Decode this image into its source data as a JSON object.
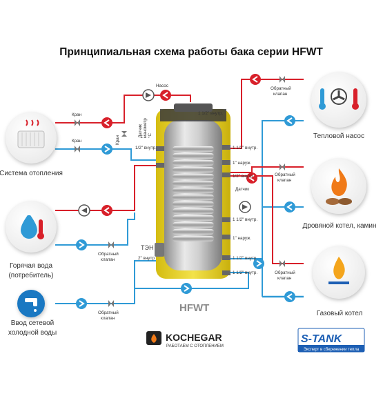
{
  "title": "Принципиальная схема работы бака серии HFWT",
  "tank_model": "HFWT",
  "consumers": {
    "heating": "Система отопления",
    "hot_water": "Горячая вода\n(потребитель)",
    "cold_water": "Ввод сетевой\nхолодной воды"
  },
  "sources": {
    "heat_pump": "Тепловой насос",
    "wood_boiler": "Дровяной котел, камин",
    "gas_boiler": "Газовый котел"
  },
  "labels": {
    "pump": "Насос",
    "valve": "Кран",
    "check_valve": "Обратный\nклапан",
    "sensor": "Датчик",
    "sensor_manometer": "Датчик\nманометр",
    "tc": "°C",
    "heater": "ТЭН",
    "heater_size": "2\" внутр."
  },
  "fittings": {
    "top": "1 1/2\" внутр.",
    "left_half": "1/2\" внутр.",
    "r1": "1 1/2\" внутр.",
    "r2": "1\" наруж.",
    "r3": "1/2\" внутр.",
    "r4": "1 1/2\" внутр.",
    "r5": "1\" наруж.",
    "r6": "1 1/2\" внутр.",
    "r7": "1 1/2\" внутр."
  },
  "logos": {
    "kochegar": "KOCHEGAR",
    "kochegar_tagline": "РАБОТАЕМ С ОТОПЛЕНИЕМ",
    "stank": "S-TANK",
    "stank_tagline": "Эксперт в сбережении тепла"
  },
  "colors": {
    "hot": "#d8202a",
    "cold": "#2f9ad6",
    "tank_shell": "#e8d21c",
    "brand_blue": "#1d5fb4"
  }
}
